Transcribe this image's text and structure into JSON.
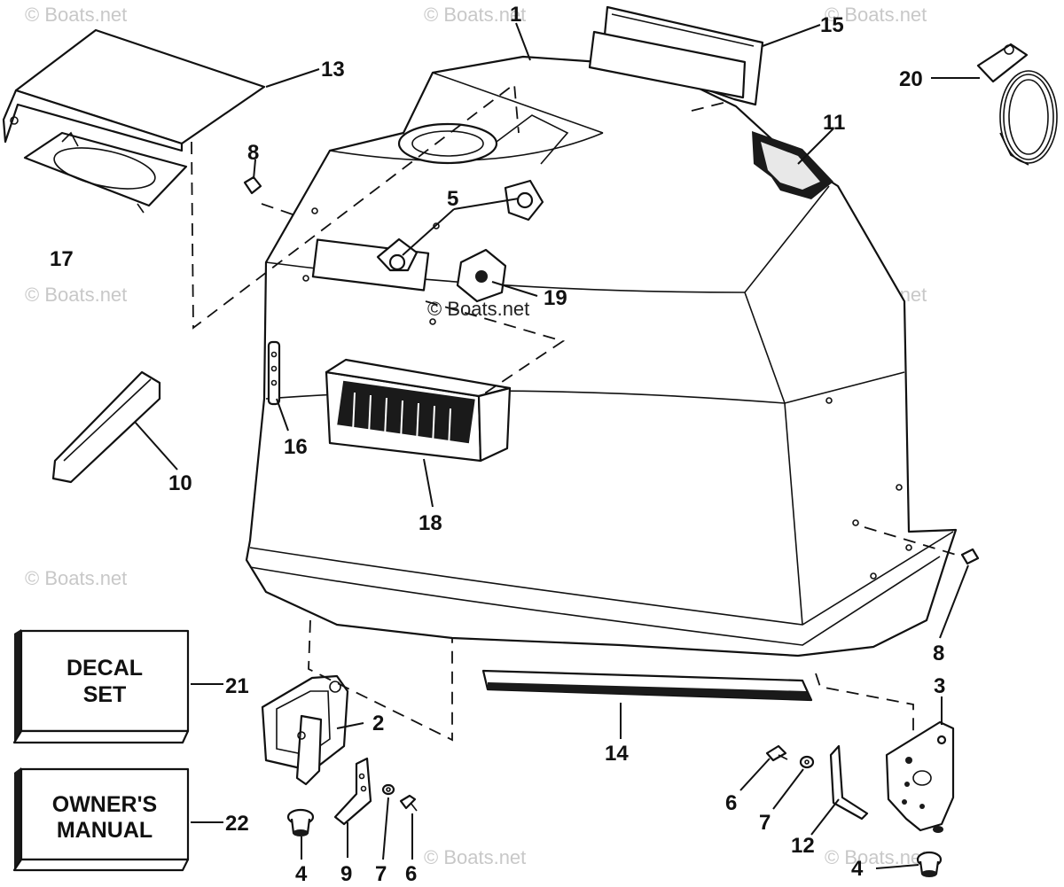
{
  "watermark": {
    "text": "© Boats.net",
    "center_text": "© Boats.net"
  },
  "boxes": {
    "decal": {
      "line1": "DECAL",
      "line2": "SET"
    },
    "manual": {
      "line1": "OWNER'S",
      "line2": "MANUAL"
    }
  },
  "callouts": {
    "c1": "1",
    "c2": "2",
    "c3": "3",
    "c4a": "4",
    "c4b": "4",
    "c5": "5",
    "c6a": "6",
    "c6b": "6",
    "c7a": "7",
    "c7b": "7",
    "c8a": "8",
    "c8b": "8",
    "c9": "9",
    "c10": "10",
    "c11": "11",
    "c12": "12",
    "c13": "13",
    "c14": "14",
    "c15": "15",
    "c16": "16",
    "c17": "17",
    "c18": "18",
    "c19": "19",
    "c20": "20",
    "c21": "21",
    "c22": "22"
  }
}
